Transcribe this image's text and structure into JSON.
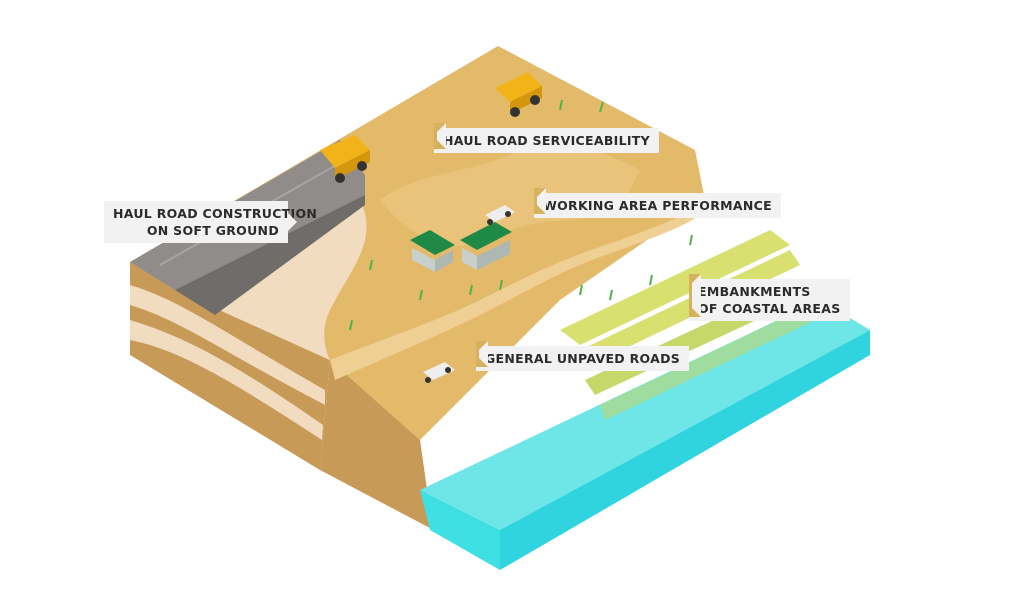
{
  "labels": {
    "haul_road_construction": [
      "HAUL ROAD CONSTRUCTION",
      "ON SOFT GROUND"
    ],
    "haul_road_serviceability": "HAUL ROAD SERVICEABILITY",
    "working_area_performance": "WORKING AREA PERFORMANCE",
    "embankments": [
      "EMBANKMENTS",
      "OF COASTAL AREAS"
    ],
    "general_unpaved_roads": "GENERAL UNPAVED ROADS"
  },
  "colors": {
    "ground_top": "#e3b96a",
    "ground_light": "#ecc781",
    "soil_side": "#c79a57",
    "strata_light": "#f1dcc0",
    "road": "#8f8c89",
    "water": "#5ce8e6",
    "embankment": "#d8e06f",
    "truck": "#f2b318",
    "building_roof": "#1e8a45",
    "building_wall": "#c8d0cc",
    "grass": "#4fb34a"
  }
}
